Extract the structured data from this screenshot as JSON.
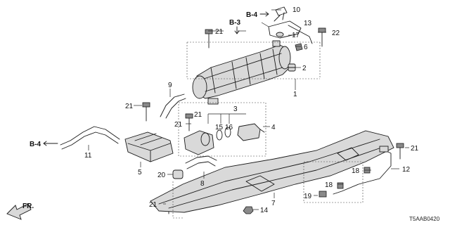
{
  "diagram": {
    "refs": {
      "b3": "B-3",
      "b4_top": "B-4",
      "b4_left": "B-4"
    },
    "labels": {
      "n1": "1",
      "n2": "2",
      "n3": "3",
      "n4": "4",
      "n5": "5",
      "n6": "6",
      "n7": "7",
      "n8": "8",
      "n9": "9",
      "n10": "10",
      "n11": "11",
      "n12": "12",
      "n13": "13",
      "n14": "14",
      "n15": "15",
      "n16": "16",
      "n17": "17",
      "n18a": "18",
      "n18b": "18",
      "n19": "19",
      "n20": "20",
      "n21a": "21",
      "n21b": "21",
      "n21c": "21",
      "n21d": "21",
      "n21e": "21",
      "n21f": "21",
      "n22": "22"
    },
    "front_label": "FR.",
    "diagram_code": "T5AAB0420"
  }
}
